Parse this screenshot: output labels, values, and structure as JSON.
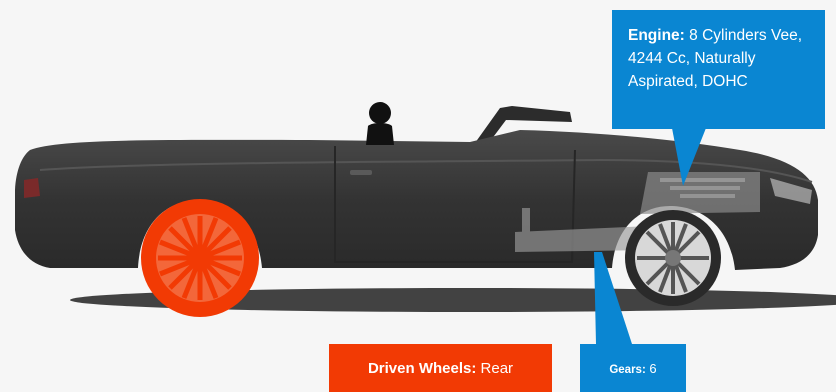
{
  "colors": {
    "background": "#f6f6f6",
    "car_body": "#3a3a3a",
    "highlight_blue": "#0a86d2",
    "highlight_orange": "#f23a04"
  },
  "callouts": {
    "engine": {
      "label": "Engine:",
      "value": "8 Cylinders Vee, 4244 Cc, Naturally Aspirated, DOHC"
    },
    "driven_wheels": {
      "label": "Driven Wheels:",
      "value": "Rear"
    },
    "gears": {
      "label": "Gears:",
      "value": "6"
    }
  },
  "icons": [
    "convertible-car-illustration",
    "driver-silhouette-icon",
    "rear-wheel-highlight",
    "front-wheel",
    "engine-highlight",
    "gearbox-highlight"
  ]
}
